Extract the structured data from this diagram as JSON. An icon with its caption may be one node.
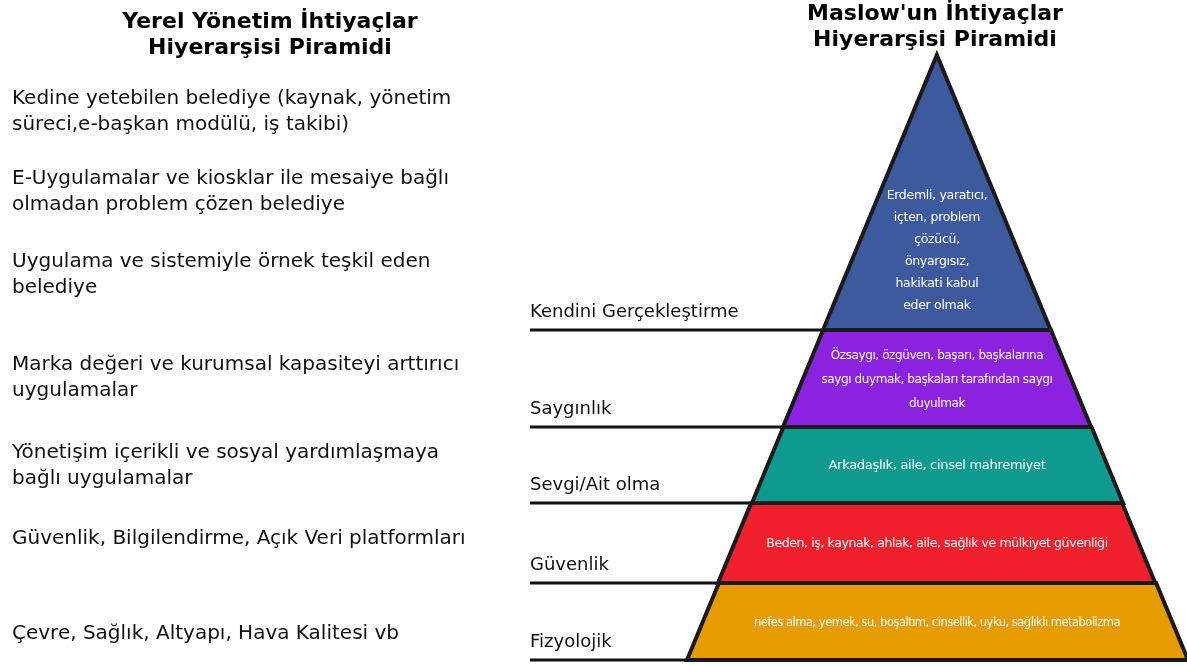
{
  "diagram": {
    "nodes": [
      {
        "text": [
          "Erdemli, yaratıcı, içten, problem çözücü, önyargısız, hakikati kabul eder olmak"
        ]
      },
      {
        "text": [
          "Özsaygı, özgüven, başarı, başkalarına saygı duymak, başkaları tarafından saygı duyulmak"
        ]
      },
      {
        "text": [
          "Arkadaşlık, aile, cinsel mahremiyet"
        ]
      },
      {
        "text": [
          "Beden, iş, kaynak, ahlak, aile, sağlık ve mülkiyet güvenliği"
        ]
      },
      {
        "text": [
          "nefes alma, yemek, su, boşaltım, cinsellik, uyku, sağlıklı metabolizma"
        ]
      }
    ],
    "labels": [
      "Yerel Yönetim İhtiyaçlar Hiyerarşisi Piramidi",
      "Maslow'un İhtiyaçlar Hiyerarşisi Piramidi",
      "Kedine yetebilen belediye (kaynak, yönetim süreci,e-başkan modülü, iş takibi)",
      "E-Uygulamalar ve kiosklar ile mesaiye bağlı olmadan problem çözen belediye",
      "Uygulama ve sistemiyle örnek teşkil eden belediye",
      "Kendini Gerçekleştirme",
      "Marka değeri ve kurumsal kapasiteyi arttırıcı uygulamalar",
      "Saygınlık",
      "Yönetişim içerikli ve sosyal yardımlaşmaya bağlı uygulamalar",
      "Sevgi/Ait olma",
      "Güvenlik, Bilgilendirme, Açık Veri platformları",
      "Güvenlik",
      "Çevre, Sağlık, Altyapı, Hava Kalitesi vb",
      "Fizyolojik"
    ]
  }
}
